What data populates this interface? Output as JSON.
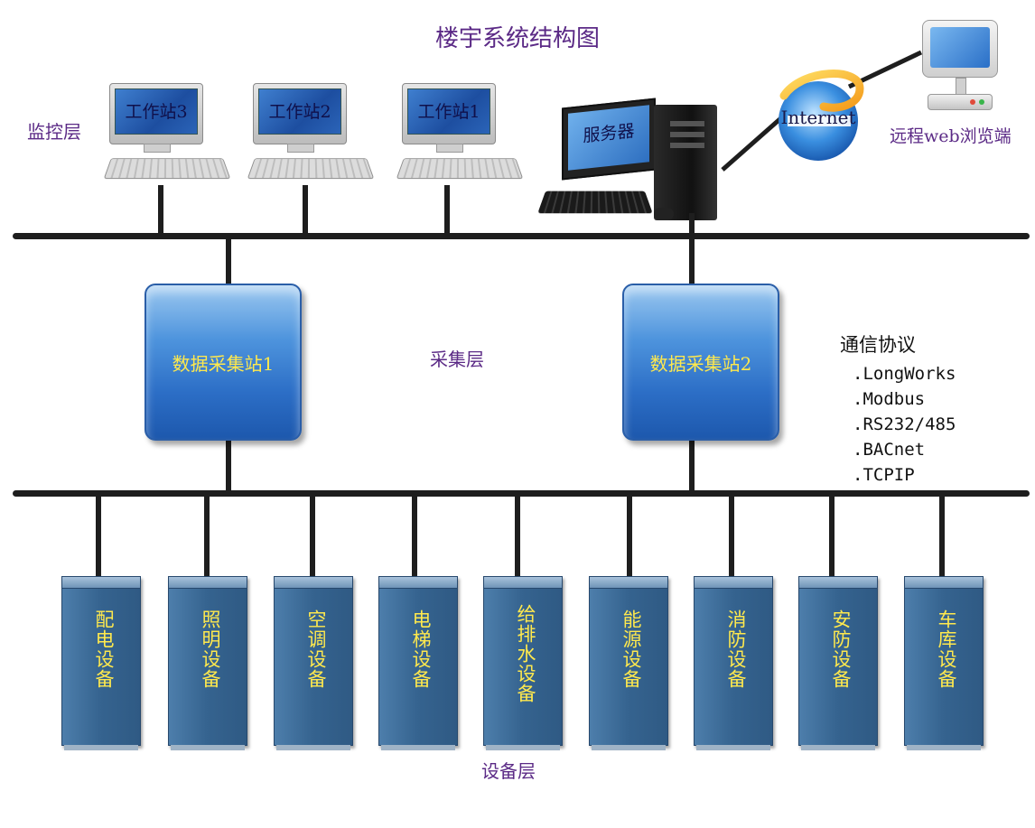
{
  "title": "楼宇系统结构图",
  "layers": {
    "monitor": "监控层",
    "collect": "采集层",
    "device": "设备层"
  },
  "workstations": [
    "工作站3",
    "工作站2",
    "工作站1"
  ],
  "server_label": "服务器",
  "internet_label": "Internet",
  "remote_label": "远程web浏览端",
  "stations": [
    "数据采集站1",
    "数据采集站2"
  ],
  "protocols": {
    "title": "通信协议",
    "items": [
      ".LongWorks",
      ".Modbus",
      ".RS232/485",
      ".BACnet",
      ".TCPIP"
    ]
  },
  "devices": [
    "配电设备",
    "照明设备",
    "空调设备",
    "电梯设备",
    "给排水设备",
    "能源设备",
    "消防设备",
    "安防设备",
    "车库设备"
  ],
  "colors": {
    "label_purple": "#5b2a86",
    "device_text": "#ffe94d",
    "bus": "#1e1e1e"
  }
}
